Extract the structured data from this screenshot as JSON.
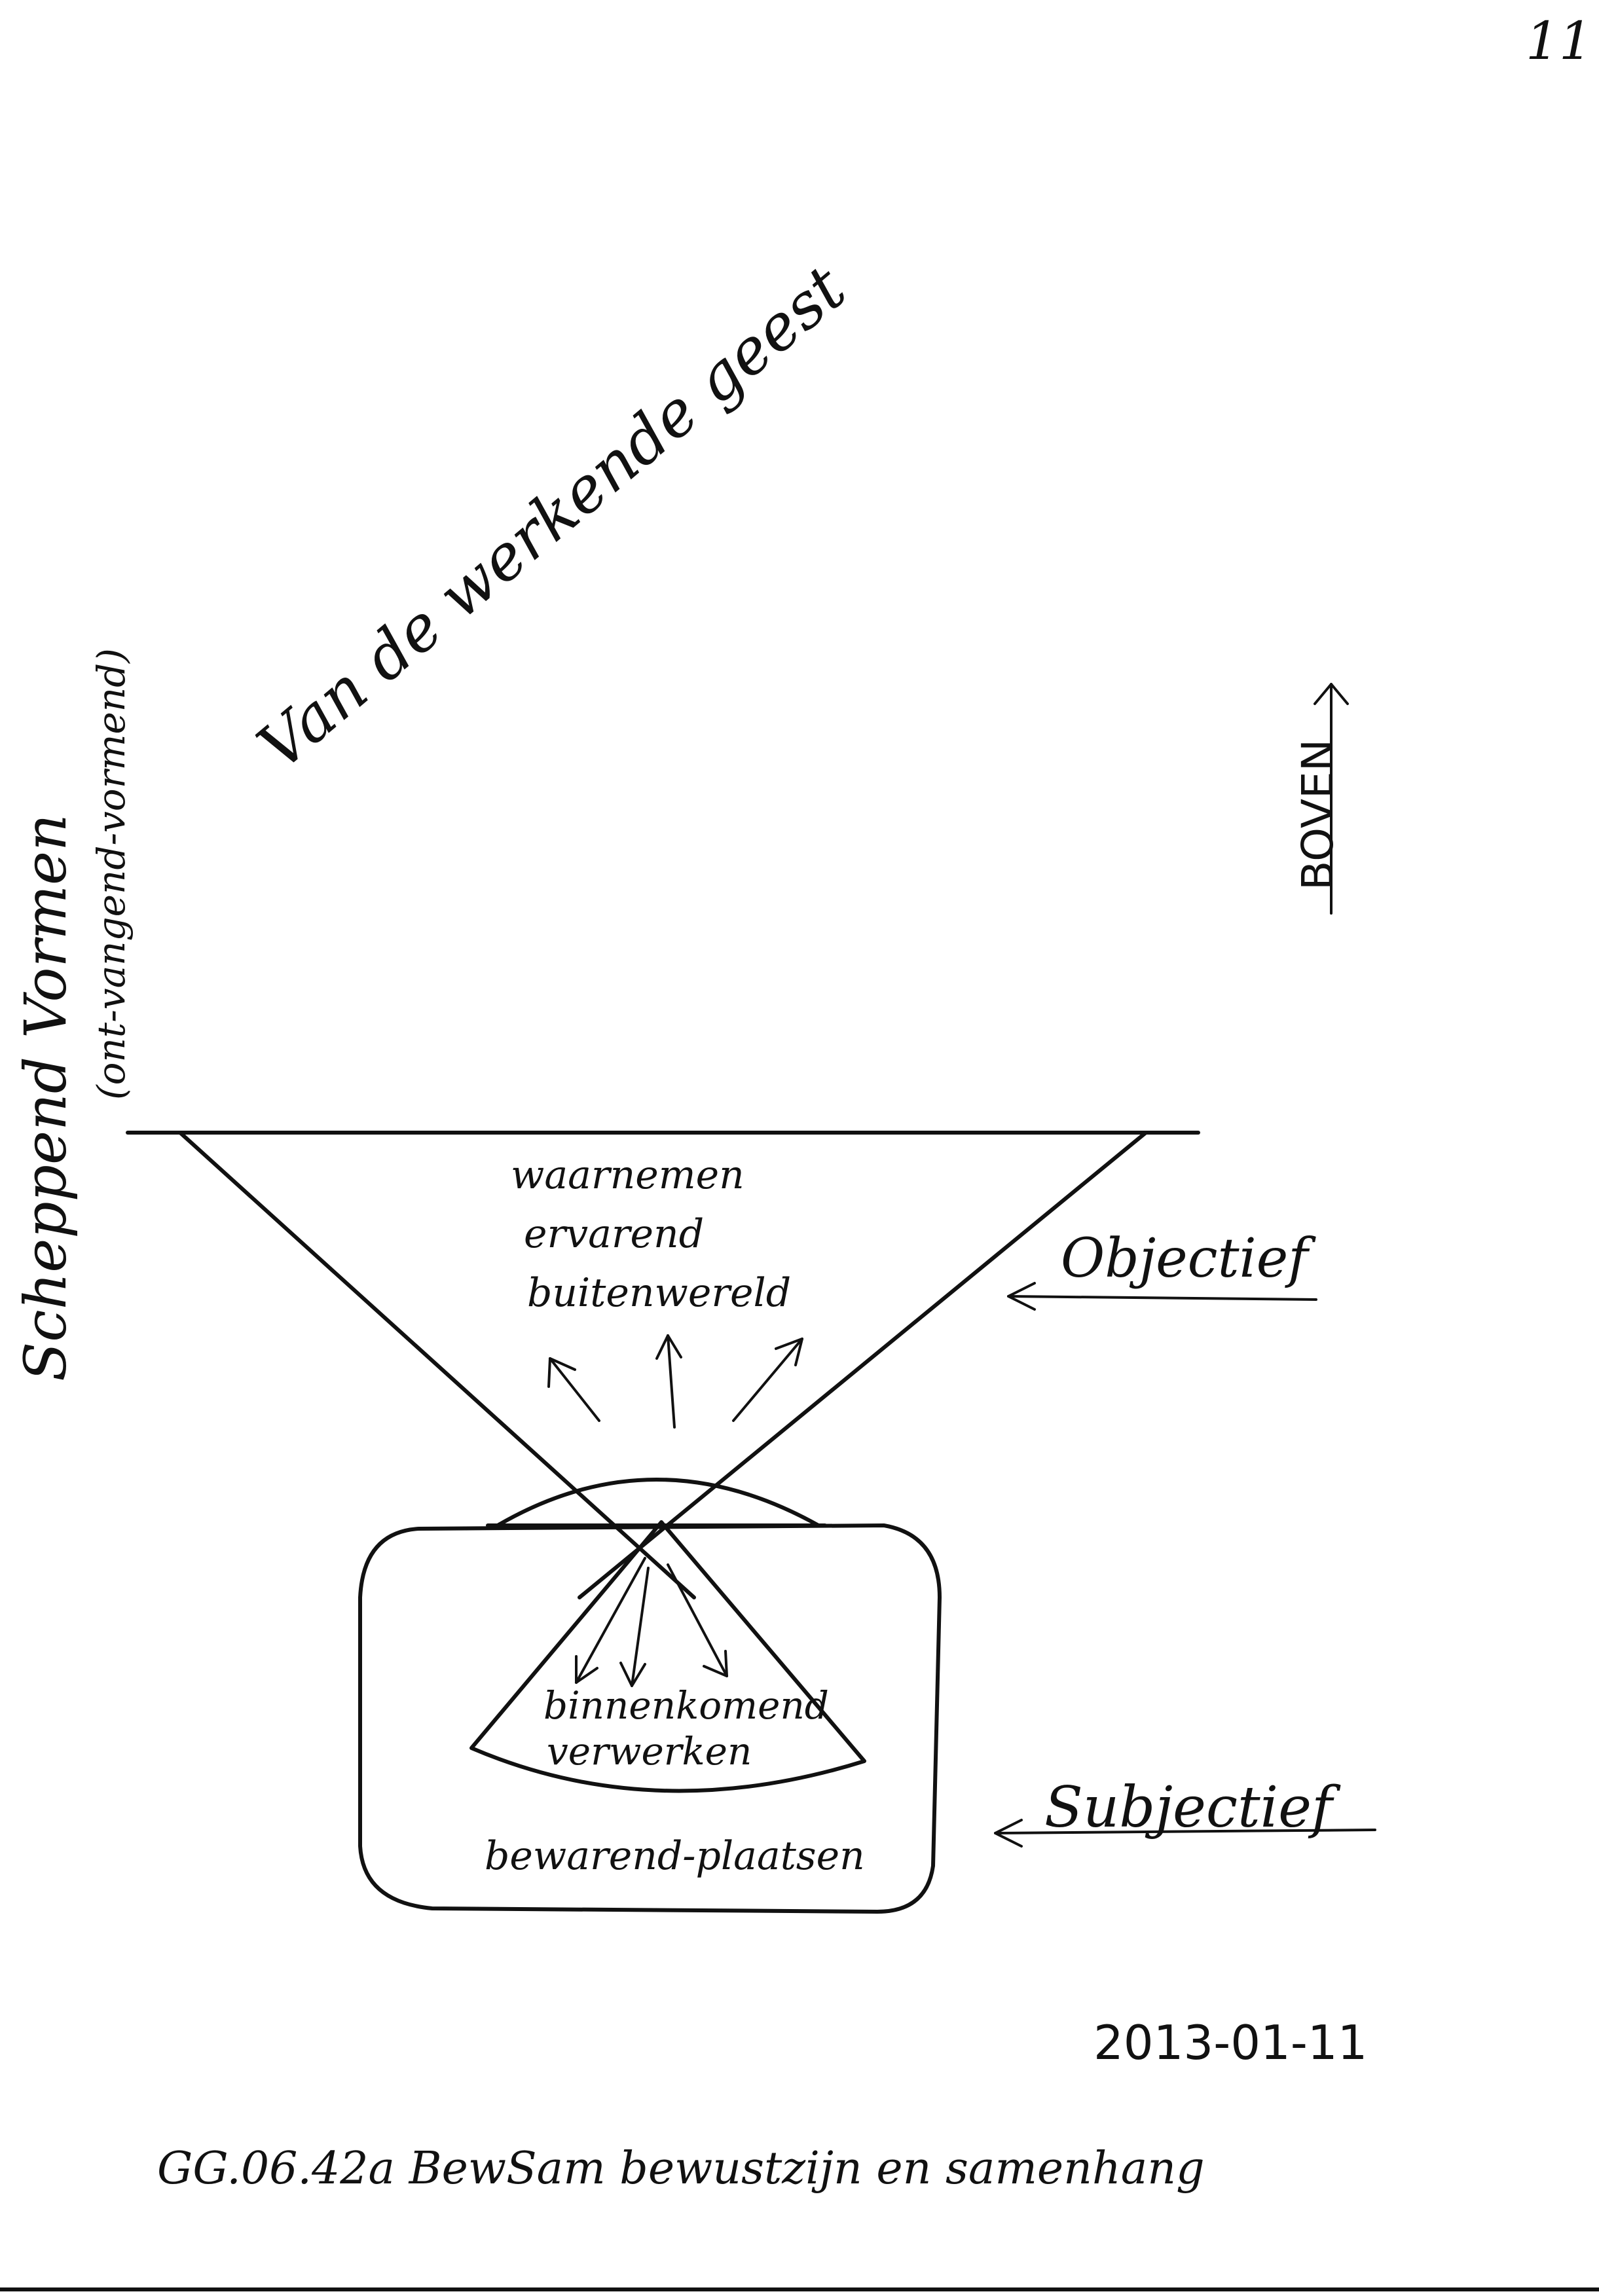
{
  "page": {
    "page_number": "11",
    "date": "2013-01-11",
    "footer_text": "GG.06.42a  BewSam bewustzijn en samenhang"
  },
  "title": "Van de werkende geest",
  "left_label": {
    "line1": "Scheppend Vormen",
    "line2": "(ont-vangend-vormend)"
  },
  "direction_label": "BOVEN",
  "top_triangle": {
    "line1": "waarnemen",
    "line2": "ervarend",
    "line3": "buitenwereld"
  },
  "inner_sector": {
    "line1": "binnenkomend",
    "line2": "verwerken"
  },
  "rounded_box": {
    "text": "bewarend-plaatsen"
  },
  "labels": {
    "objective": "Objectief",
    "subjective": "Subjectief"
  }
}
